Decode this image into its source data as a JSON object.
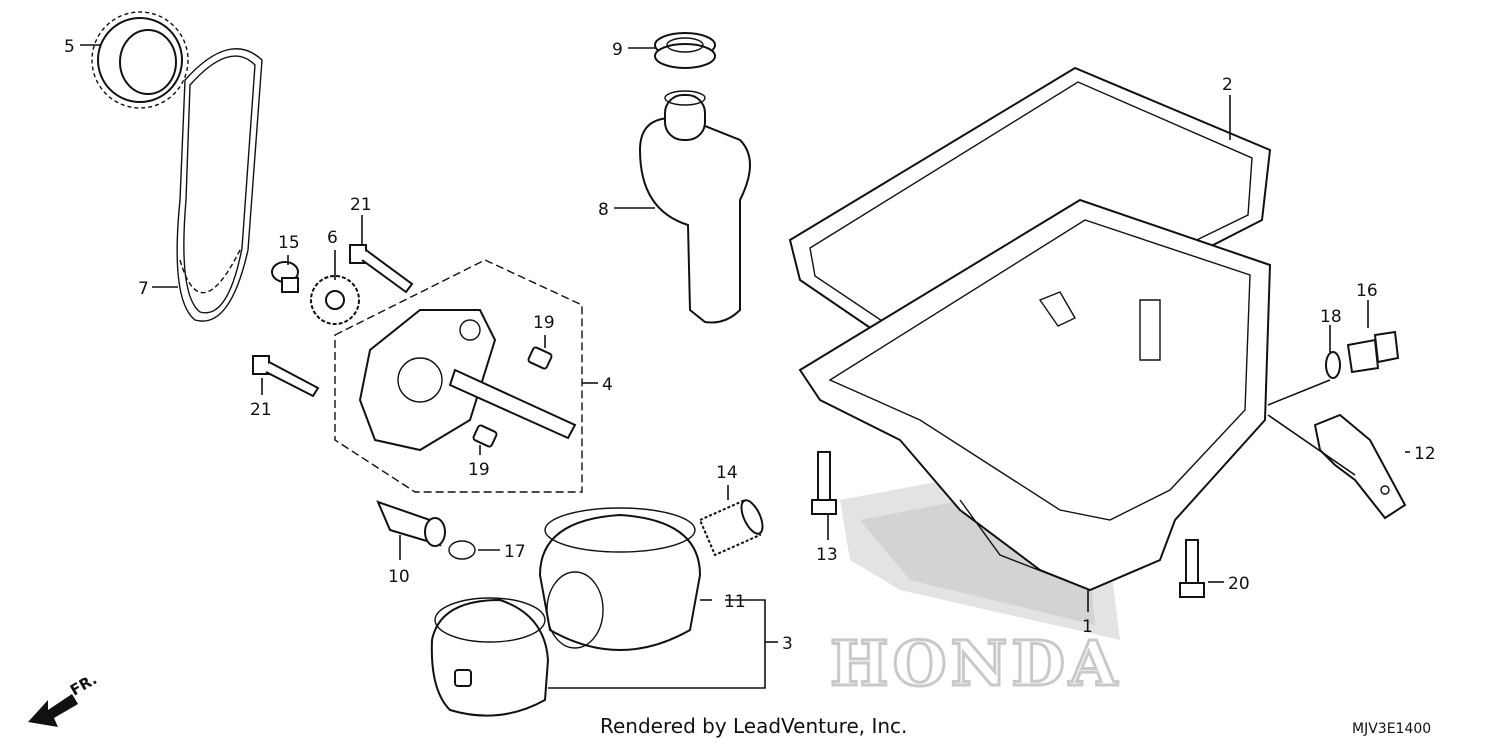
{
  "labels": {
    "p1": "1",
    "p2": "2",
    "p3": "3",
    "p4": "4",
    "p5": "5",
    "p6": "6",
    "p7": "7",
    "p8": "8",
    "p9": "9",
    "p10": "10",
    "p11": "11",
    "p12": "12",
    "p13": "13",
    "p14": "14",
    "p15": "15",
    "p16": "16",
    "p17": "17",
    "p18": "18",
    "p19a": "19",
    "p19b": "19",
    "p20": "20",
    "p21a": "21",
    "p21b": "21"
  },
  "watermark": "HONDA",
  "credit": "Rendered by LeadVenture, Inc.",
  "diagram_code": "MJV3E1400",
  "direction_label": "FR."
}
